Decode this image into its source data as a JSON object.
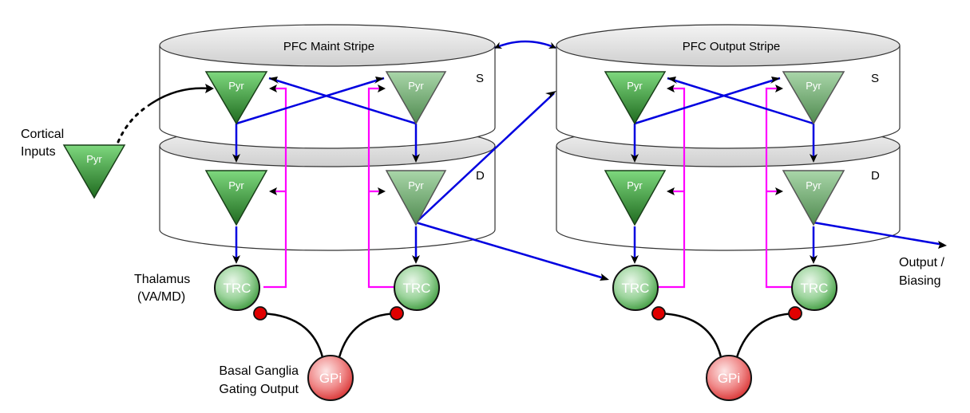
{
  "stripes": {
    "maint_title": "PFC Maint Stripe",
    "output_title": "PFC Output Stripe",
    "superficial": "S",
    "deep": "D"
  },
  "labels": {
    "cortical_line1": "Cortical",
    "cortical_line2": "Inputs",
    "thalamus_line1": "Thalamus",
    "thalamus_line2": "(VA/MD)",
    "bg_line1": "Basal Ganglia",
    "bg_line2": "Gating Output",
    "output_line1": "Output /",
    "output_line2": "Biasing"
  },
  "nodes": {
    "pyr": "Pyr",
    "trc": "TRC",
    "gpi": "GPi"
  },
  "colors": {
    "pyr_active": "#2e7d32",
    "pyr_faded": "#6d9c6d",
    "trc_fill": "#66bb6a",
    "gpi_fill": "#ef5350",
    "blue_connection": "#0000e0",
    "magenta_connection": "#ff00ff",
    "inhibitory_dot": "#e00000",
    "cylinder_fill": "#e6e6e6"
  }
}
